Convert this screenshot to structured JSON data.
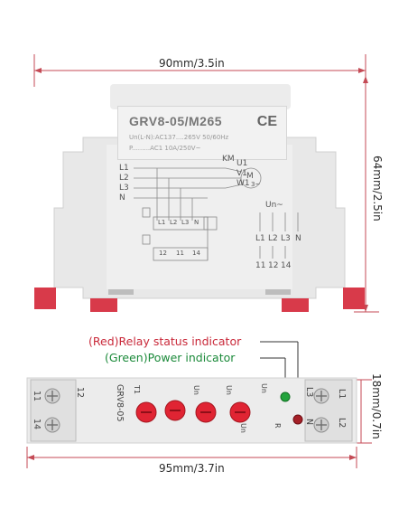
{
  "dimensions": {
    "width_label": "90mm/3.5in",
    "height_label": "64mm/2.5in",
    "depth_label": "95mm/3.7in",
    "thickness_label": "18mm/0.7in"
  },
  "device_label": {
    "model": "GRV8-05/M265",
    "supply_line": "Un(L-N):AC137....265V 50/60Hz",
    "rating_line": "P.........AC1 10A/250V~",
    "ce_mark": "CE"
  },
  "wiring_diagram": {
    "lines": [
      "L1",
      "L2",
      "L3",
      "N"
    ],
    "km": "KM",
    "motor_terminals": [
      "U1",
      "V1",
      "W1"
    ],
    "motor": "M",
    "motor_phase": "3~",
    "relay_boxes": [
      "L1",
      "L2",
      "L3",
      "N"
    ],
    "contacts": [
      "12",
      "11",
      "14"
    ]
  },
  "terminal_legend": {
    "symbol": "Un~",
    "top": [
      "L1",
      "L2",
      "L3",
      "N"
    ],
    "bottom": [
      "11",
      "12",
      "14"
    ]
  },
  "front_panel": {
    "model_side": "GRV8-05",
    "left_terminals": [
      "11",
      "12",
      "14"
    ],
    "right_terminals": [
      "L1",
      "L3",
      "N",
      "L2"
    ],
    "led_labels": [
      "Un",
      "R"
    ],
    "dial_labels": [
      "T1",
      "Un",
      "Un",
      "Un"
    ]
  },
  "callouts": {
    "relay": "(Red)Relay status indicator",
    "power": "(Green)Power indicator"
  },
  "colors": {
    "body": "#e9e9e9",
    "clip_red": "#d83a4a",
    "knob_red": "#e02433",
    "led_green": "#22a33c",
    "led_red": "#a52027",
    "dim_line": "#c44a55"
  }
}
